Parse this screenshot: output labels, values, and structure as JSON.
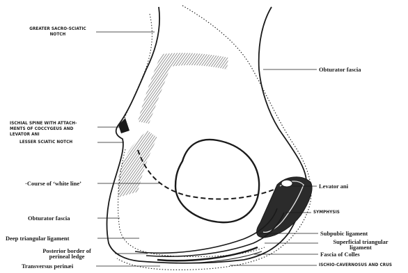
{
  "labels": {
    "greater_sacro_sciatic_notch_1": "GREATER SACRO-SCIATIC",
    "greater_sacro_sciatic_notch_2": "NOTCH",
    "ischial_spine_1": "ISCHIAL SPINE WITH ATTACH-",
    "ischial_spine_2": "MENTS OF COCCYGEUS AND",
    "ischial_spine_3": "LEVATOR ANI",
    "lesser_sciatic_notch": "LESSER SCIATIC NOTCH",
    "white_line": "·Course of ‘white line’",
    "obturator_fascia_left": "Obturator fascia",
    "deep_triangular_ligament": "Deep triangular ligament",
    "posterior_border_1": "Posterior border of",
    "posterior_border_2": "perineal ledge",
    "transversus_perinei": "Transversus perinæi",
    "obturator_fascia_right": "Obturator fascia",
    "levator_ani": "Levator ani",
    "symphysis": "SYMPHYSIS",
    "subpubic_ligament": "Subpubic ligament",
    "superficial_triangular_1": "Superficial triangular",
    "superficial_triangular_2": "ligament",
    "fascia_of_colles": "Fascia of Colles",
    "ischio_cavernosus": "ISCHIO-CAVERNOSUS AND CRUS"
  },
  "colors": {
    "ink": "#1a1a1a",
    "shading": "#8c8c8c",
    "background": "#ffffff"
  }
}
